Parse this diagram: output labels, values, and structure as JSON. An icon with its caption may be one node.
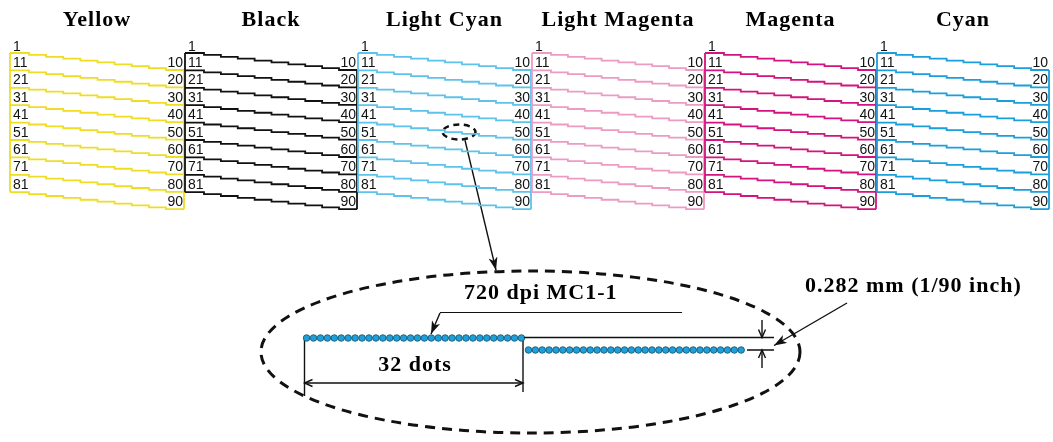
{
  "diagram": {
    "nodes": [
      {
        "text": [
          "Yellow",
          "1",
          "11",
          "10",
          "21",
          "20",
          "31",
          "30",
          "41",
          "40",
          "51",
          "50",
          "61",
          "60",
          "71",
          "70",
          "81",
          "80",
          "90"
        ]
      },
      {
        "text": [
          "Black",
          "1",
          "11",
          "10",
          "21",
          "20",
          "31",
          "30",
          "41",
          "40",
          "51",
          "50",
          "61",
          "60",
          "71",
          "70",
          "81",
          "80",
          "90"
        ]
      },
      {
        "text": [
          "Light Cyan",
          "1",
          "11",
          "10",
          "21",
          "20",
          "31",
          "30",
          "41",
          "40",
          "51",
          "50",
          "61",
          "60",
          "71",
          "70",
          "81",
          "80",
          "90"
        ]
      },
      {
        "text": [],
        "shape": "ellipse",
        "in": 2
      },
      {
        "text": [
          "Light Magenta",
          "1",
          "11",
          "10",
          "21",
          "20",
          "31",
          "30",
          "41",
          "40",
          "51",
          "50",
          "61",
          "60",
          "71",
          "70",
          "81",
          "80",
          "90"
        ]
      },
      {
        "text": [
          "Magenta",
          "1",
          "11",
          "10",
          "21",
          "20",
          "31",
          "30",
          "41",
          "40",
          "51",
          "50",
          "61",
          "60",
          "71",
          "70",
          "81",
          "80",
          "90"
        ]
      },
      {
        "text": [
          "Cyan",
          "1",
          "11",
          "10",
          "21",
          "20",
          "31",
          "30",
          "41",
          "40",
          "51",
          "50",
          "61",
          "60",
          "71",
          "70",
          "81",
          "80",
          "90"
        ]
      },
      {
        "text": [
          "32 dots"
        ]
      },
      {
        "text": [
          "720 dpi MC1-1"
        ],
        "in": 7
      },
      {
        "text": [],
        "shape": "dots",
        "in": 7
      },
      {
        "text": [
          "0.282 mm (1/90 inch)"
        ]
      },
      {
        "text": [],
        "shape": "dimension",
        "in": 7
      }
    ],
    "edges": [
      {
        "from": 3,
        "to": 7,
        "arrow": "to"
      },
      {
        "from": 8,
        "to": 9,
        "arrow": "to"
      },
      {
        "from": 10,
        "to": 11,
        "arrow": "to"
      }
    ]
  }
}
